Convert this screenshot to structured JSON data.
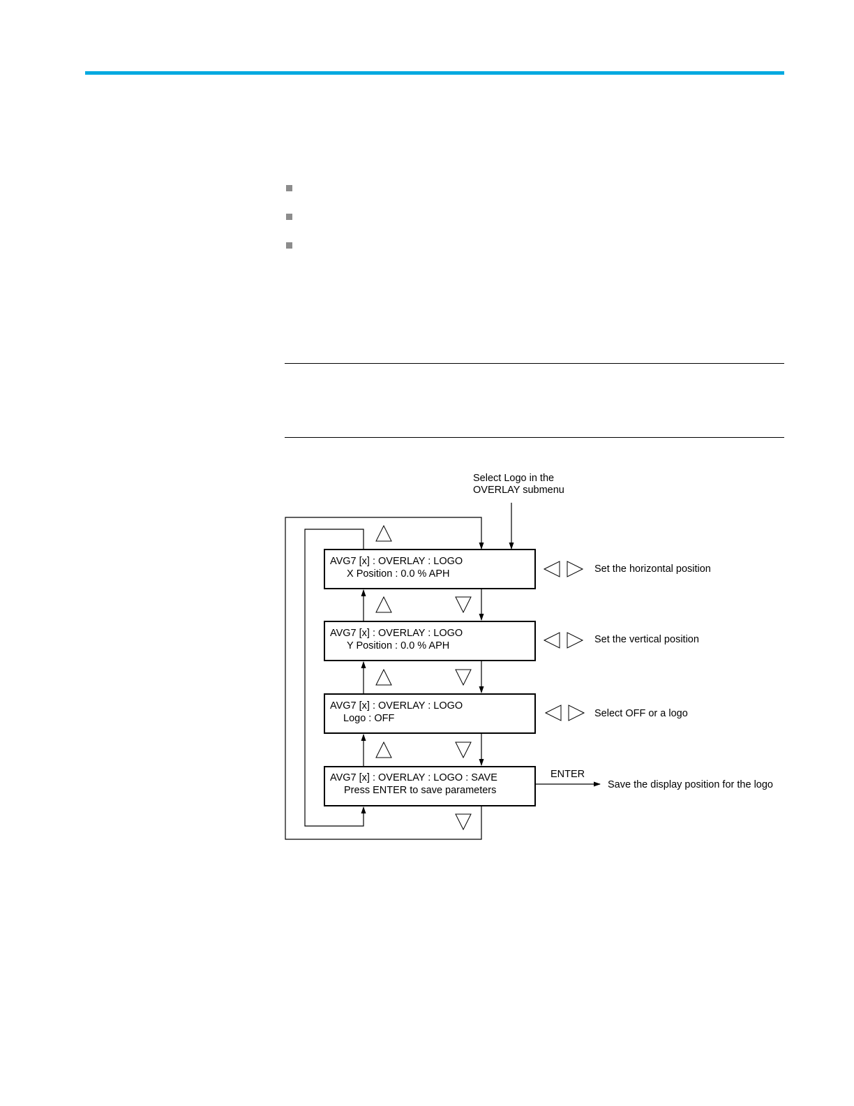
{
  "diagram": {
    "entry_label": [
      "Select Logo in the",
      "OVERLAY submenu"
    ],
    "screens": [
      {
        "line1": "AVG7 [x] : OVERLAY : LOGO",
        "line2": "X Position : 0.0 % APH",
        "action": "Set the horizontal position"
      },
      {
        "line1": "AVG7 [x] : OVERLAY : LOGO",
        "line2": "Y Position : 0.0 % APH",
        "action": "Set the vertical position"
      },
      {
        "line1": "AVG7 [x] : OVERLAY : LOGO",
        "line2": "Logo : OFF",
        "action": "Select OFF or a logo"
      },
      {
        "line1": "AVG7 [x] : OVERLAY : LOGO : SAVE",
        "line2": "Press ENTER to save parameters",
        "action": ""
      }
    ],
    "enter_label": "ENTER",
    "enter_action": "Save the display position for the logo"
  }
}
